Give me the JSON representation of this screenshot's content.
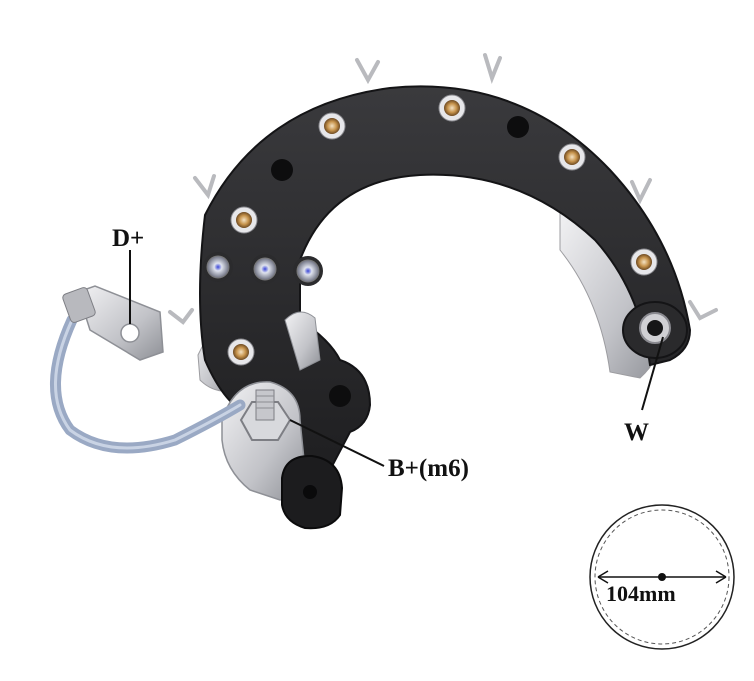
{
  "labels": {
    "d_plus": "D+",
    "b_plus": "B+(m6)",
    "w": "W",
    "diameter": "104mm"
  },
  "colors": {
    "body": "#2b2b2d",
    "metal": "#c9c9cc",
    "wire": "#9aa9c4",
    "copper": "#b8752f",
    "annotation": "#111111"
  }
}
